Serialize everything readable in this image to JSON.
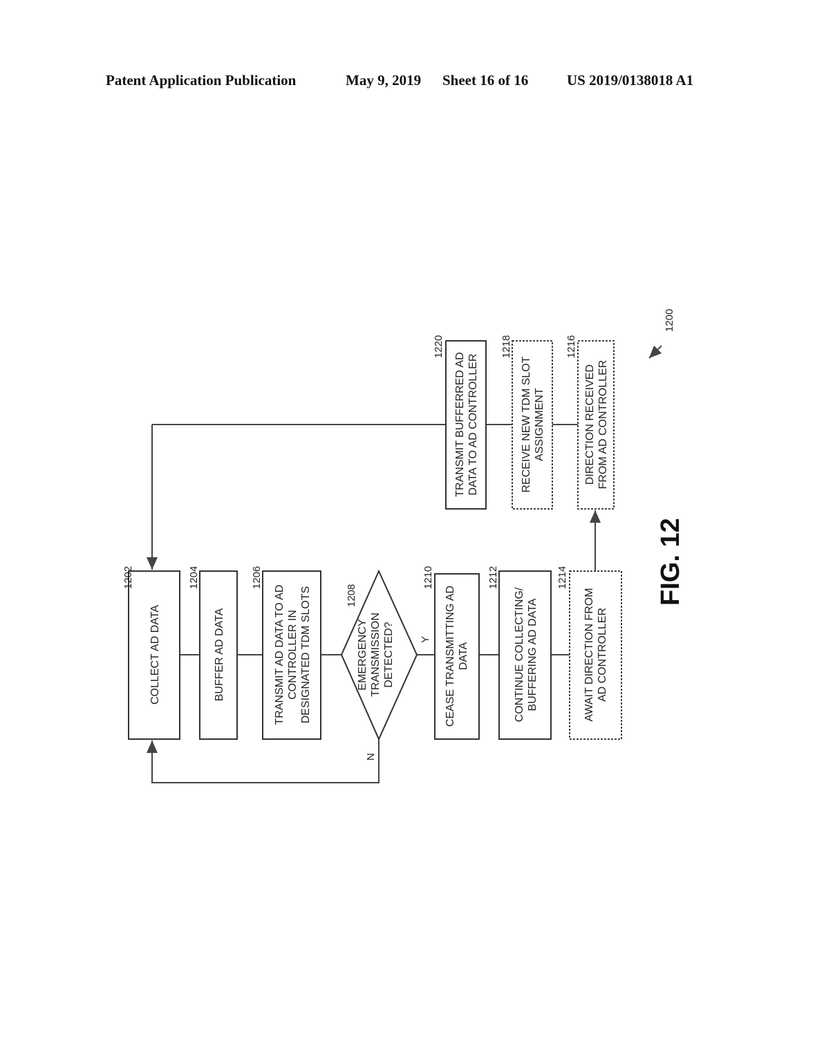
{
  "header": {
    "publication": "Patent Application Publication",
    "date": "May 9, 2019",
    "sheet": "Sheet 16 of 16",
    "number": "US 2019/0138018 A1"
  },
  "figure": {
    "label": "FIG. 12",
    "ref": "1200",
    "steps": [
      {
        "ref": "1202",
        "lines": [
          "COLLECT AD DATA"
        ]
      },
      {
        "ref": "1204",
        "lines": [
          "BUFFER AD DATA"
        ]
      },
      {
        "ref": "1206",
        "lines": [
          "TRANSMIT AD DATA TO AD",
          "CONTROLLER IN",
          "DESIGNATED TDM SLOTS"
        ]
      },
      {
        "ref": "1208",
        "lines": [
          "EMERGENCY",
          "TRANSMISSION",
          "DETECTED?"
        ]
      },
      {
        "ref": "1210",
        "lines": [
          "CEASE TRANSMITTING AD",
          "DATA"
        ]
      },
      {
        "ref": "1212",
        "lines": [
          "CONTINUE COLLECTING/",
          "BUFFERING AD DATA"
        ]
      },
      {
        "ref": "1214",
        "lines": [
          "AWAIT DIRECTION FROM",
          "AD CONTROLLER"
        ]
      },
      {
        "ref": "1216",
        "lines": [
          "DIRECTION RECEIVED",
          "FROM AD CONTROLLER"
        ]
      },
      {
        "ref": "1218",
        "lines": [
          "RECEIVE NEW TDM SLOT",
          "ASSIGNMENT"
        ]
      },
      {
        "ref": "1220",
        "lines": [
          "TRANSMIT BUFFERRED AD",
          "DATA TO AD CONTROLLER"
        ]
      }
    ],
    "yes_label": "Y",
    "no_label": "N"
  }
}
